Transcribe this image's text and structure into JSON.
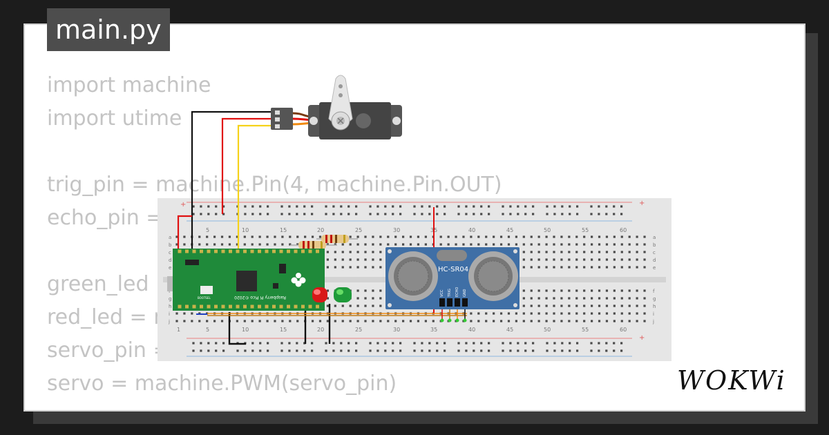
{
  "editor": {
    "filename": "main.py",
    "code_lines": [
      "import machine",
      "import utime",
      "",
      "trig_pin = machine.Pin(4, machine.Pin.OUT)",
      "echo_pin = ",
      "",
      "green_led = ",
      "red_led = m",
      "servo_pin = ",
      "servo = machine.PWM(servo_pin)"
    ]
  },
  "breadboard": {
    "column_numbers": [
      "5",
      "10",
      "15",
      "20",
      "25",
      "30",
      "35",
      "40",
      "45",
      "50",
      "55",
      "60"
    ],
    "bottom_column_numbers": [
      "1",
      "5",
      "10",
      "15",
      "20",
      "25",
      "30",
      "35",
      "40",
      "45",
      "50",
      "55",
      "60"
    ],
    "row_letters_top": [
      "a",
      "b",
      "c",
      "d",
      "e"
    ],
    "row_letters_bottom": [
      "f",
      "g",
      "h",
      "i",
      "j"
    ],
    "plus": "+"
  },
  "pico": {
    "label": "Raspberry Pi Pico ©2020",
    "bootsel": "BOOTSEL"
  },
  "sensor": {
    "model": "HC-SR04",
    "pins": [
      "VCC",
      "TRIG",
      "ECHO",
      "GND"
    ]
  },
  "brand": {
    "logo": "WOKWi"
  },
  "colors": {
    "background": "#1c1c1c",
    "card": "#ffffff",
    "tab": "#4d4d4d",
    "code_text": "#c4c4c4",
    "pico_green": "#1f8a3a",
    "sensor_blue": "#3f6fa6",
    "wire_black": "#111111",
    "wire_red": "#e01010",
    "wire_yellow": "#f6d21a",
    "wire_orange": "#f08a10"
  },
  "icons": [
    "raspberry-logo-icon"
  ]
}
